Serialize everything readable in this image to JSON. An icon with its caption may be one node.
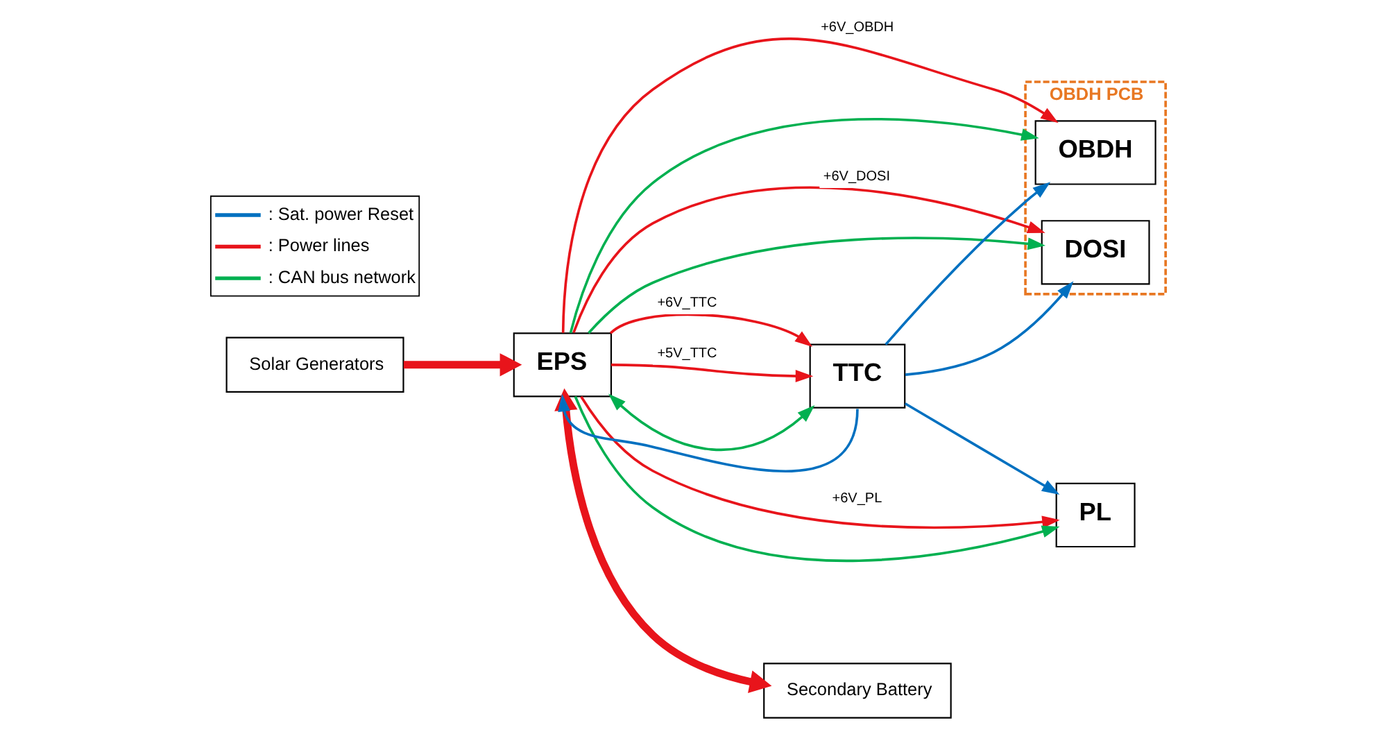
{
  "diagram": {
    "nodes": [
      {
        "text": [
          "OBDH PCB"
        ]
      },
      {
        "text": [
          "OBDH"
        ],
        "in": 0
      },
      {
        "text": [
          "DOSI"
        ],
        "in": 0
      },
      {
        "text": [
          "Solar Generators"
        ]
      },
      {
        "text": [
          "EPS"
        ]
      },
      {
        "text": [
          "TTC"
        ]
      },
      {
        "text": [
          "PL"
        ]
      },
      {
        "text": [
          "Secondary Battery"
        ]
      }
    ],
    "edges": [
      {
        "from": 3,
        "to": 4,
        "arrow": "to",
        "style": "thick"
      },
      {
        "from": 4,
        "to": 1,
        "arrow": "to",
        "label": "+6V_OBDH"
      },
      {
        "from": 4,
        "to": 2,
        "arrow": "to",
        "label": "+6V_DOSI"
      },
      {
        "from": 4,
        "to": 5,
        "arrow": "to",
        "label": "+6V_TTC"
      },
      {
        "from": 4,
        "to": 5,
        "arrow": "to",
        "label": "+5V_TTC"
      },
      {
        "from": 4,
        "to": 6,
        "arrow": "to",
        "label": "+6V_PL"
      },
      {
        "from": 4,
        "to": 7,
        "arrow": "both",
        "style": "thick"
      },
      {
        "from": 4,
        "to": 5,
        "arrow": "both",
        "color": "#00b050"
      },
      {
        "from": 4,
        "to": 1,
        "arrow": "to",
        "color": "#00b050"
      },
      {
        "from": 4,
        "to": 2,
        "arrow": "to",
        "color": "#00b050"
      },
      {
        "from": 4,
        "to": 6,
        "arrow": "to",
        "color": "#00b050"
      },
      {
        "from": 5,
        "to": 4,
        "arrow": "to",
        "color": "#0070c0"
      },
      {
        "from": 5,
        "to": 1,
        "arrow": "to",
        "color": "#0070c0"
      },
      {
        "from": 5,
        "to": 2,
        "arrow": "to",
        "color": "#0070c0"
      },
      {
        "from": 5,
        "to": 6,
        "arrow": "to",
        "color": "#0070c0"
      }
    ],
    "legend": [
      {
        "text": ": Sat. power Reset"
      },
      {
        "text": ": Power lines"
      },
      {
        "text": ": CAN bus network"
      }
    ]
  }
}
